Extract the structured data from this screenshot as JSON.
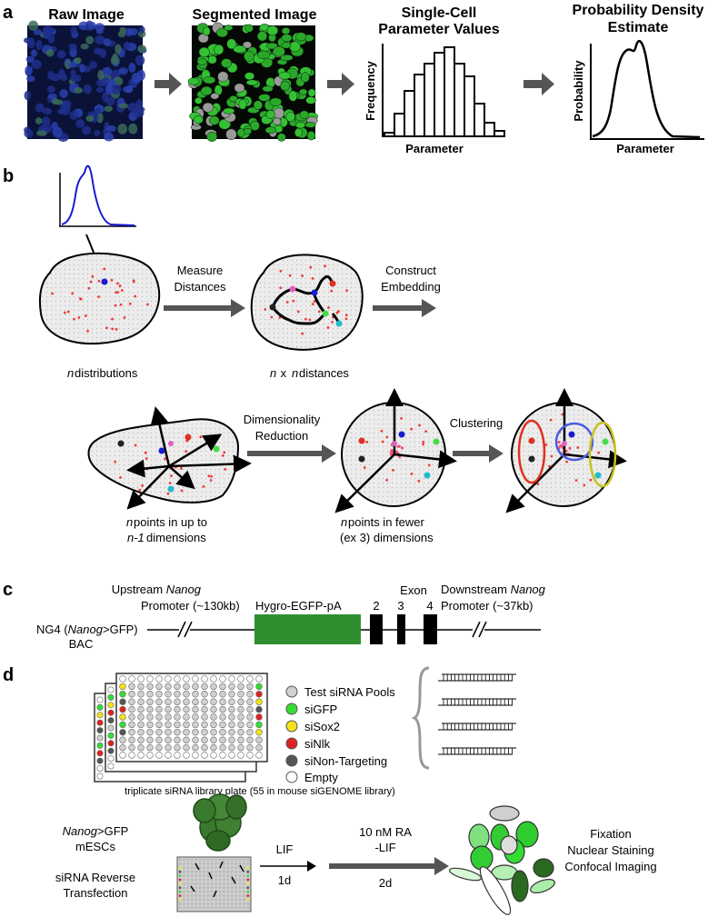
{
  "panel_a": {
    "letter": "a",
    "raw_title": "Raw Image",
    "seg_title": "Segmented Image",
    "hist_title_1": "Single-Cell",
    "hist_title_2": "Parameter Values",
    "hist_ylabel": "Frequency",
    "hist_xlabel": "Parameter",
    "pdf_title_1": "Probability Density",
    "pdf_title_2": "Estimate",
    "pdf_ylabel": "Probability",
    "pdf_xlabel": "Parameter",
    "colors": {
      "nuclei_blue": "#2a3fae",
      "segmented_green": "#33c033",
      "excluded_gray": "#9a9a9a",
      "arrow": "#555555"
    }
  },
  "panel_b": {
    "letter": "b",
    "measure_1": "Measure",
    "measure_2": "Distances",
    "construct_1": "Construct",
    "construct_2": "Embedding",
    "n_distributions_n": "n",
    "n_distributions_rest": " distributions",
    "distances_n1": "n",
    "distances_x": " x ",
    "distances_n2": "n",
    "distances_rest": " distances",
    "dimred_1": "Dimensionality",
    "dimred_2": "Reduction",
    "clustering": "Clustering",
    "points_up_n": "n",
    "points_up_rest": " points in up to",
    "points_up_2": "n-1",
    "points_up_2_rest": " dimensions",
    "points_fewer_n": "n",
    "points_fewer_rest": " points in fewer",
    "points_fewer_2": "(ex 3) dimensions",
    "colors": {
      "curve": "#1a1ad0",
      "dots": "#ee3b3b",
      "cluster_red": "#e03020",
      "cluster_blue": "#4a5ce0",
      "cluster_yellow": "#c8c020"
    }
  },
  "panel_c": {
    "letter": "c",
    "upstream_1": "Upstream ",
    "upstream_1_it": "Nanog",
    "upstream_2": "Promoter (~130kb)",
    "hygro": "Hygro-EGFP-pA",
    "exon": "Exon",
    "exon_2": "2",
    "exon_3": "3",
    "exon_4": "4",
    "downstream_1": "Downstream ",
    "downstream_1_it": "Nanog",
    "downstream_2": "Promoter (~37kb)",
    "bac_1a": "NG4 (",
    "bac_1b": "Nanog",
    "bac_1c": ">GFP)",
    "bac_2": "BAC",
    "colors": {
      "hygro_box": "#2f8f2f"
    }
  },
  "panel_d": {
    "letter": "d",
    "legend": [
      {
        "label": "Test siRNA Pools",
        "color": "#d0d0d0"
      },
      {
        "label": "siGFP",
        "color": "#33dd33"
      },
      {
        "label": "siSox2",
        "color": "#f2e21a"
      },
      {
        "label": "siNlk",
        "color": "#dd2222"
      },
      {
        "label": "siNon-Targeting",
        "color": "#555555"
      },
      {
        "label": "Empty",
        "color": "#ffffff"
      }
    ],
    "plate_caption": "triplicate siRNA library plate (55 in mouse siGENOME library)",
    "mesc_1a": "Nanog",
    "mesc_1b": ">GFP",
    "mesc_2": "mESCs",
    "rev_1": "siRNA Reverse",
    "rev_2": "Transfection",
    "lif": "LIF",
    "lif_days": "1d",
    "ra_1": "10 nM RA",
    "ra_2": "-LIF",
    "ra_days": "2d",
    "fix_1": "Fixation",
    "fix_2": "Nuclear Staining",
    "fix_3": "Confocal Imaging"
  }
}
